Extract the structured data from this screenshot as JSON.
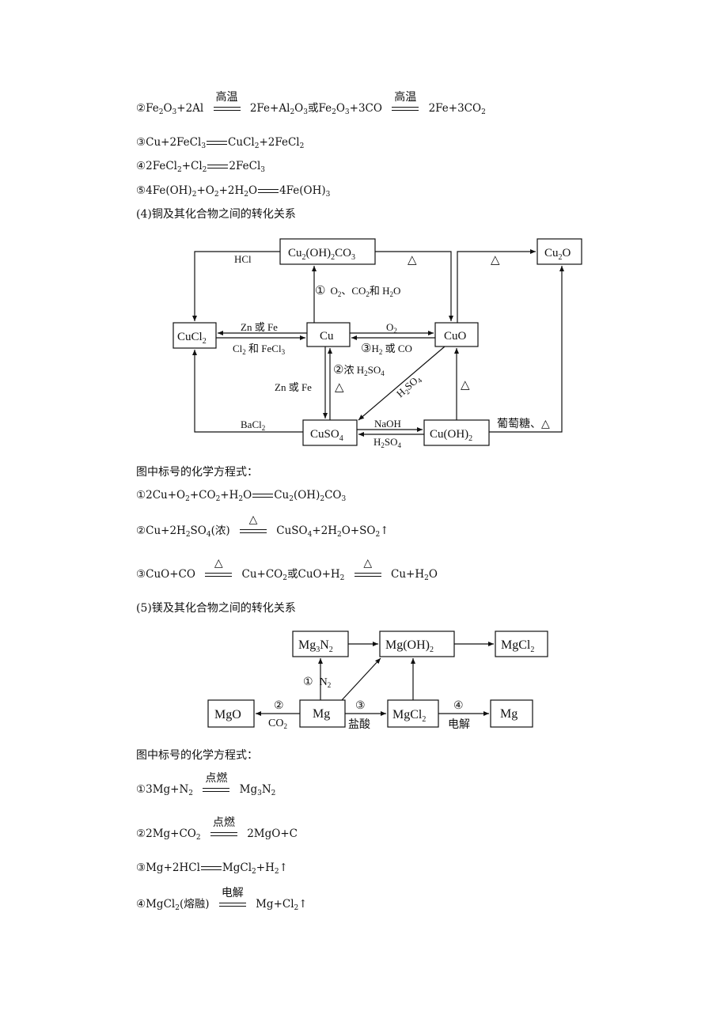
{
  "eq_fe2": {
    "num": "②",
    "a": "Fe",
    "b": "2",
    "c": "O",
    "d": "3",
    "e": "+2Al",
    "cond": "高温",
    "f": "2Fe+Al",
    "g": "2",
    "h": "O",
    "i": "3",
    "j": "或",
    "k": "Fe",
    "l": "2",
    "m": "O",
    "n": "3",
    "o": "+3CO",
    "cond2": "高温",
    "p": "2Fe+3CO",
    "q": "2"
  },
  "eq_fe3": {
    "num": "③",
    "a": "Cu+2FeCl",
    "b": "3",
    "c": "CuCl",
    "d": "2",
    "e": "+2FeCl",
    "f": "2"
  },
  "eq_fe4": {
    "num": "④",
    "a": "2FeCl",
    "b": "2",
    "c": "+Cl",
    "d": "2",
    "e": "2FeCl",
    "f": "3"
  },
  "eq_fe5": {
    "num": "⑤",
    "a": "4Fe(OH)",
    "b": "2",
    "c": "+O",
    "d": "2",
    "e": "+2H",
    "f": "2",
    "g": "O",
    "h": "4Fe(OH)",
    "i": "3"
  },
  "heading_cu": "(4)铜及其化合物之间的转化关系",
  "cu_diagram": {
    "cu2oh2co3": {
      "a": "Cu",
      "b": "2",
      "c": "(OH)",
      "d": "2",
      "e": "CO",
      "f": "3"
    },
    "cu2o": {
      "a": "Cu",
      "b": "2",
      "c": "O"
    },
    "cucl2": {
      "a": "CuCl",
      "b": "2"
    },
    "cu": "Cu",
    "cuo": "CuO",
    "cuso4": {
      "a": "CuSO",
      "b": "4"
    },
    "cuoh2": {
      "a": "Cu(OH)",
      "b": "2"
    },
    "hcl": "HCl",
    "delta": "△",
    "o2_co2_h2o": {
      "num": "①",
      "a": "O",
      "b": "2",
      "c": "、CO",
      "d": "2",
      "e": "和 H",
      "f": "2",
      "g": "O"
    },
    "zn_fe": "Zn 或 Fe",
    "cl2_fecl3": {
      "a": "Cl",
      "b": "2",
      "c": " 和 FeCl",
      "d": "3"
    },
    "o2": {
      "a": "O",
      "b": "2"
    },
    "h2_co": {
      "num": "③",
      "a": "H",
      "b": "2",
      "c": " 或 CO"
    },
    "conc_h2so4": {
      "num": "②",
      "a": "浓 H",
      "b": "2",
      "c": "SO",
      "d": "4"
    },
    "zn_fe2": "Zn 或 Fe",
    "h2so4_diag": {
      "a": "H",
      "b": "2",
      "c": "SO",
      "d": "4"
    },
    "bacl2": {
      "a": "BaCl",
      "b": "2"
    },
    "naoh": "NaOH",
    "h2so4": {
      "a": "H",
      "b": "2",
      "c": "SO",
      "d": "4"
    },
    "glucose": "葡萄糖、△"
  },
  "caption_cu": "图中标号的化学方程式：",
  "eq_cu1": {
    "num": "①",
    "a": "2Cu+O",
    "b": "2",
    "c": "+CO",
    "d": "2",
    "e": "+H",
    "f": "2",
    "g": "O",
    "h": "Cu",
    "i": "2",
    "j": "(OH)",
    "k": "2",
    "l": "CO",
    "m": "3"
  },
  "eq_cu2": {
    "num": "②",
    "a": "Cu+2H",
    "b": "2",
    "c": "SO",
    "d": "4",
    "e": "(浓)",
    "cond": "△",
    "f": "CuSO",
    "g": "4",
    "h": "+2H",
    "i": "2",
    "j": "O+SO",
    "k": "2",
    "l": "↑"
  },
  "eq_cu3": {
    "num": "③",
    "a": "CuO+CO",
    "cond": "△",
    "b": "Cu+CO",
    "c": "2",
    "d": "或",
    "e": "CuO+H",
    "f": "2",
    "cond2": "△",
    "g": "Cu+H",
    "h": "2",
    "i": "O"
  },
  "heading_mg": "(5)镁及其化合物之间的转化关系",
  "mg_diagram": {
    "mg3n2": {
      "a": "Mg",
      "b": "3",
      "c": "N",
      "d": "2"
    },
    "mgoh2": {
      "a": "Mg(OH)",
      "b": "2"
    },
    "mgcl2_top": {
      "a": "MgCl",
      "b": "2"
    },
    "mgo": "MgO",
    "mg": "Mg",
    "mgcl2": {
      "a": "MgCl",
      "b": "2"
    },
    "mg_right": "Mg",
    "n2": {
      "num": "①",
      "a": "N",
      "b": "2"
    },
    "co2": {
      "num": "②",
      "a": "CO",
      "b": "2"
    },
    "hcl": {
      "num": "③",
      "a": "盐酸"
    },
    "electrolysis": {
      "num": "④",
      "a": "电解"
    }
  },
  "caption_mg": "图中标号的化学方程式：",
  "eq_mg1": {
    "num": "①",
    "a": "3Mg+N",
    "b": "2",
    "cond": "点燃",
    "c": "Mg",
    "d": "3",
    "e": "N",
    "f": "2"
  },
  "eq_mg2": {
    "num": "②",
    "a": "2Mg+CO",
    "b": "2",
    "cond": "点燃",
    "c": "2MgO+C"
  },
  "eq_mg3": {
    "num": "③",
    "a": "Mg+2HCl",
    "b": "MgCl",
    "c": "2",
    "d": "+H",
    "e": "2",
    "f": "↑"
  },
  "eq_mg4": {
    "num": "④",
    "a": "MgCl",
    "b": "2",
    "c": "(熔融)",
    "cond": "电解",
    "d": "Mg+Cl",
    "e": "2",
    "f": "↑"
  }
}
